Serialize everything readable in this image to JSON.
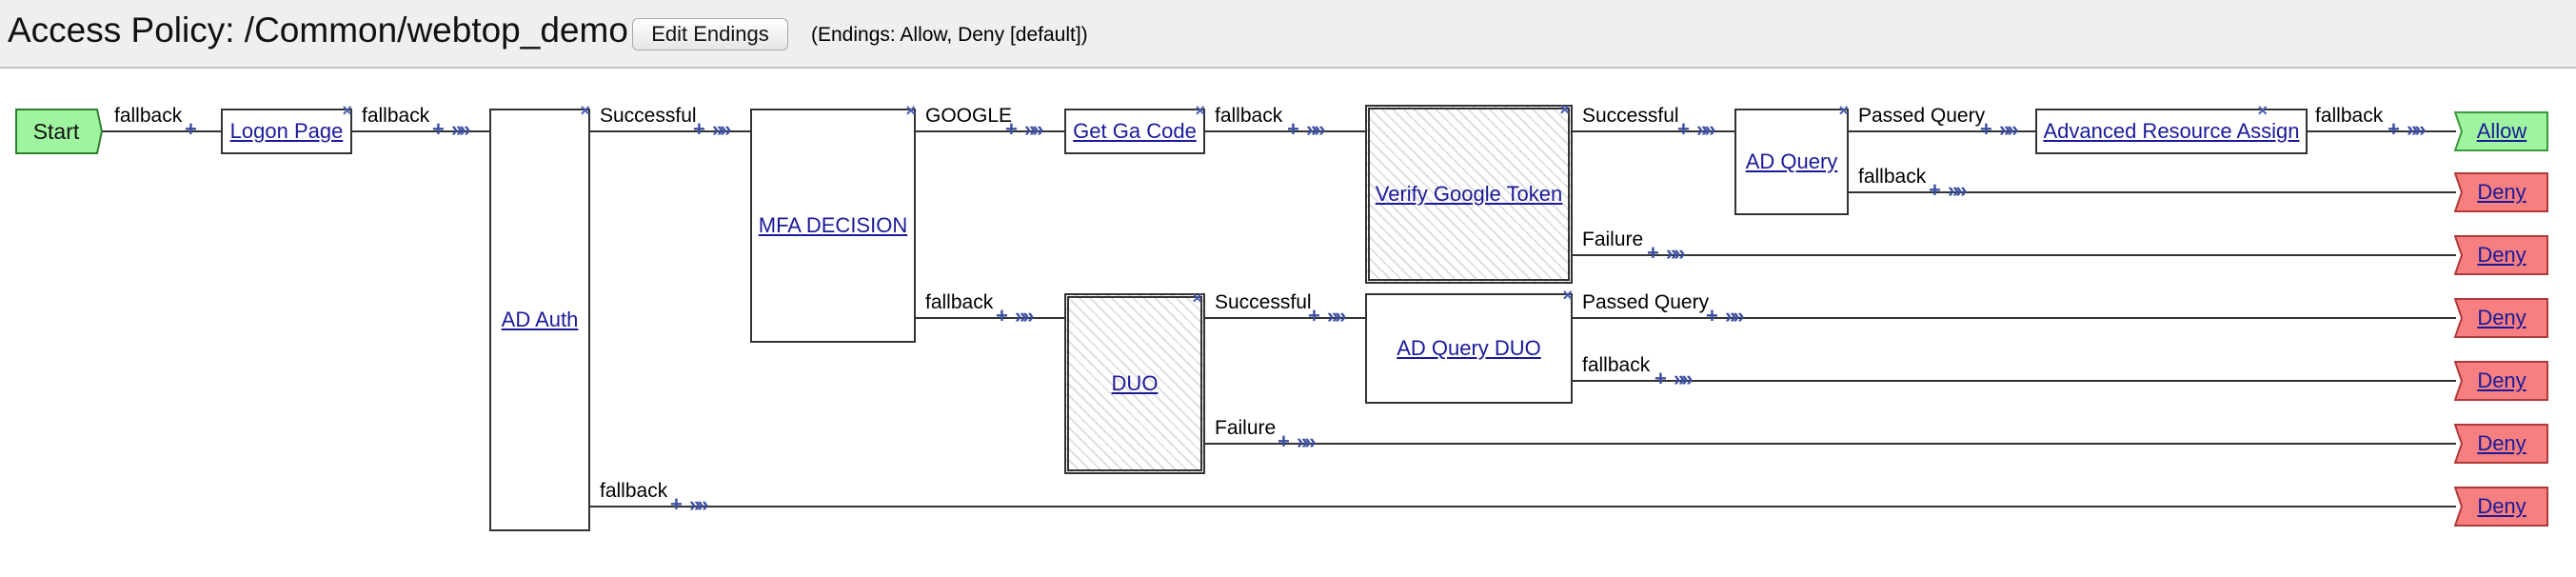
{
  "header": {
    "title": "Access Policy: /Common/webtop_demo",
    "edit_button": "Edit Endings",
    "endings_note": "(Endings: Allow, Deny [default])"
  },
  "nodes": {
    "start": "Start",
    "logon_page": "Logon Page",
    "ad_auth": "AD Auth",
    "mfa_decision": "MFA DECISION",
    "get_ga_code": "Get Ga Code",
    "verify_google_token": "Verify Google Token",
    "ad_query": "AD Query",
    "advanced_resource_assign": "Advanced Resource Assign",
    "duo": "DUO",
    "ad_query_duo": "AD Query DUO"
  },
  "branches": {
    "start_fallback": "fallback",
    "logon_fallback": "fallback",
    "ad_auth_successful": "Successful",
    "ad_auth_fallback": "fallback",
    "mfa_google": "GOOGLE",
    "mfa_fallback": "fallback",
    "get_ga_fallback": "fallback",
    "verify_successful": "Successful",
    "verify_failure": "Failure",
    "ad_query_passed": "Passed Query",
    "ad_query_fallback": "fallback",
    "ara_fallback": "fallback",
    "duo_successful": "Successful",
    "duo_failure": "Failure",
    "adqduo_passed": "Passed Query",
    "adqduo_fallback": "fallback"
  },
  "endings": {
    "allow": "Allow",
    "deny": "Deny"
  },
  "icons": {
    "remove": "×",
    "add": "+",
    "insert": "»"
  },
  "colors": {
    "allow_fill": "#9ff59f",
    "allow_border": "#3b9a3b",
    "deny_fill": "#f77f7f",
    "deny_border": "#b03a3a",
    "link": "#1a1a9a",
    "icon_blue": "#3c4ea0"
  }
}
